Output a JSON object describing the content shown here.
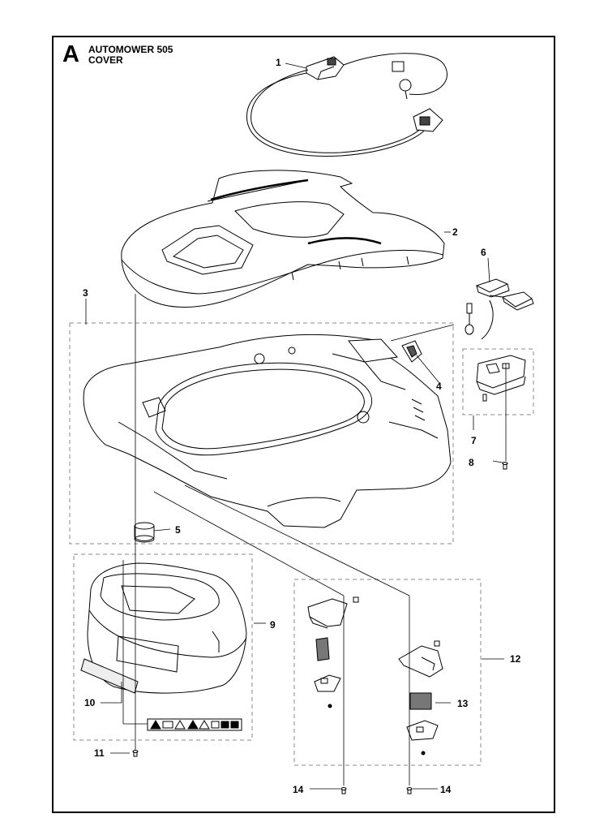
{
  "diagram": {
    "section_letter": "A",
    "title_line_1": "AUTOMOWER 505",
    "title_line_2": "COVER",
    "callouts": [
      "1",
      "2",
      "3",
      "4",
      "5",
      "6",
      "7",
      "8",
      "9",
      "10",
      "11",
      "12",
      "13",
      "14",
      "14"
    ]
  },
  "colors": {
    "line": "#000000",
    "fill": "#ffffff",
    "shade": "#777777",
    "dashed_group": "#888888"
  }
}
